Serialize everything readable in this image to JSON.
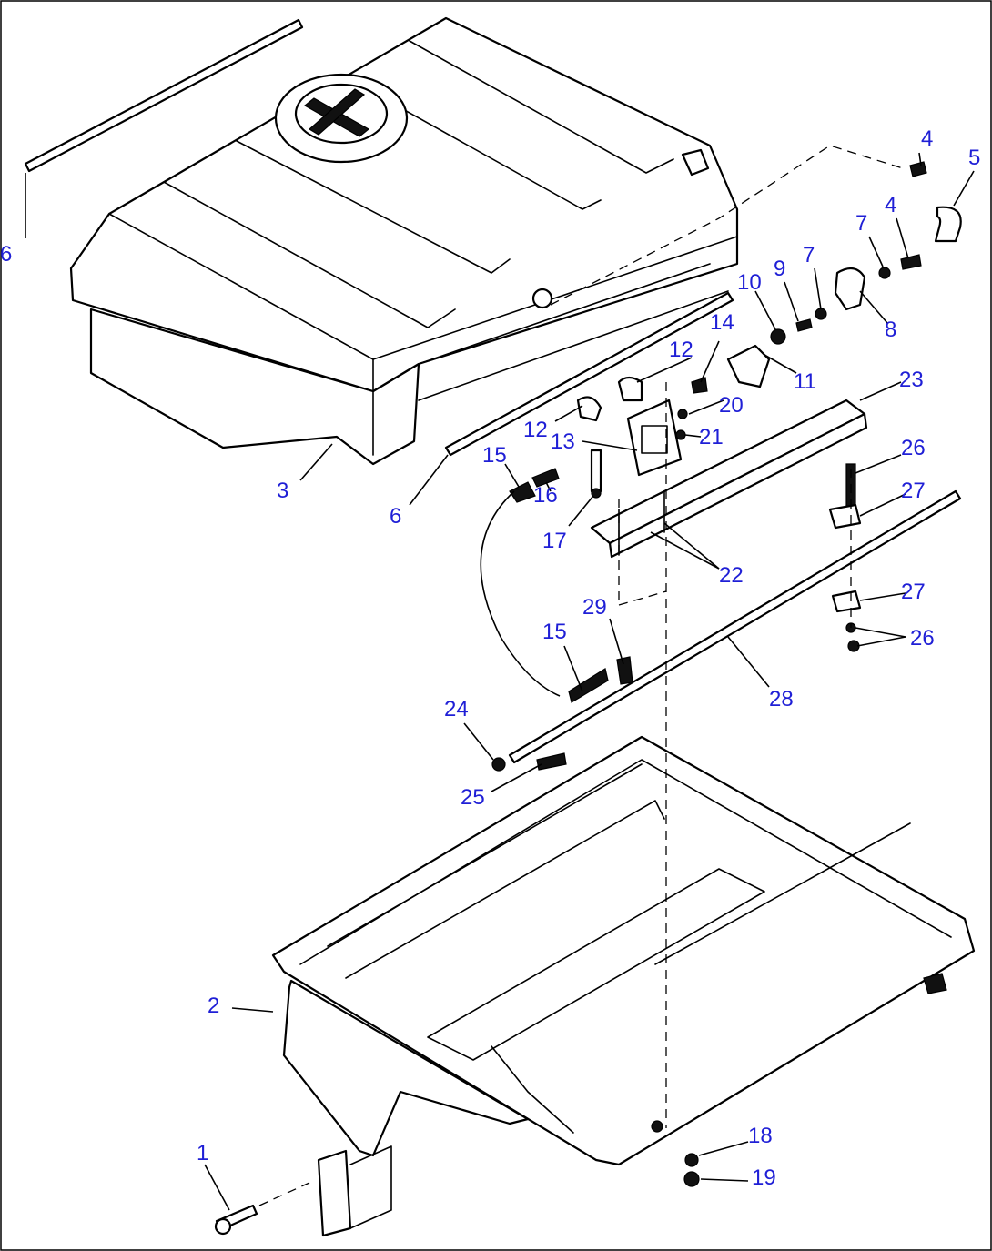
{
  "diagram": {
    "type": "exploded-parts-view",
    "colors": {
      "lines": "#000000",
      "callouts": "#1f1fd6",
      "background": "#ffffff"
    },
    "parts": [
      "1",
      "2",
      "3",
      "4",
      "4",
      "5",
      "6",
      "6",
      "7",
      "7",
      "8",
      "9",
      "10",
      "11",
      "12",
      "12",
      "13",
      "14",
      "15",
      "15",
      "16",
      "17",
      "18",
      "19",
      "20",
      "21",
      "22",
      "23",
      "24",
      "25",
      "26",
      "26",
      "27",
      "27",
      "28",
      "29"
    ]
  }
}
